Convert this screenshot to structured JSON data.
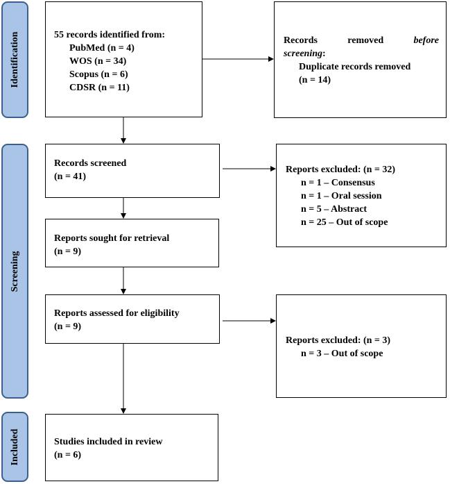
{
  "stages": {
    "identification": "Identification",
    "screening": "Screening",
    "included": "Included"
  },
  "identified": {
    "title": "55 records identified from:",
    "sources": [
      "PubMed (n = 4)",
      "WOS (n = 34)",
      "Scopus (n = 6)",
      "CDSR (n = 11)"
    ]
  },
  "removed": {
    "word1": "Records",
    "word2": "removed",
    "word3": "before",
    "word4": "screening",
    "colon": ":",
    "item": "Duplicate records removed",
    "count": "(n = 14)"
  },
  "screened": {
    "title": "Records screened",
    "count": "(n = 41)"
  },
  "excluded1": {
    "title": "Reports excluded: (n = 32)",
    "items": [
      "n = 1 – Consensus",
      "n = 1 – Oral session",
      "n = 5 – Abstract",
      "n = 25 – Out of scope"
    ]
  },
  "sought": {
    "title": "Reports sought for retrieval",
    "count": "(n = 9)"
  },
  "assessed": {
    "title": "Reports assessed for eligibility",
    "count": "(n = 9)"
  },
  "excluded2": {
    "title": "Reports excluded: (n = 3)",
    "items": [
      "n = 3 – Out of scope"
    ]
  },
  "included": {
    "title": "Studies included in review",
    "count": "(n = 6)"
  }
}
